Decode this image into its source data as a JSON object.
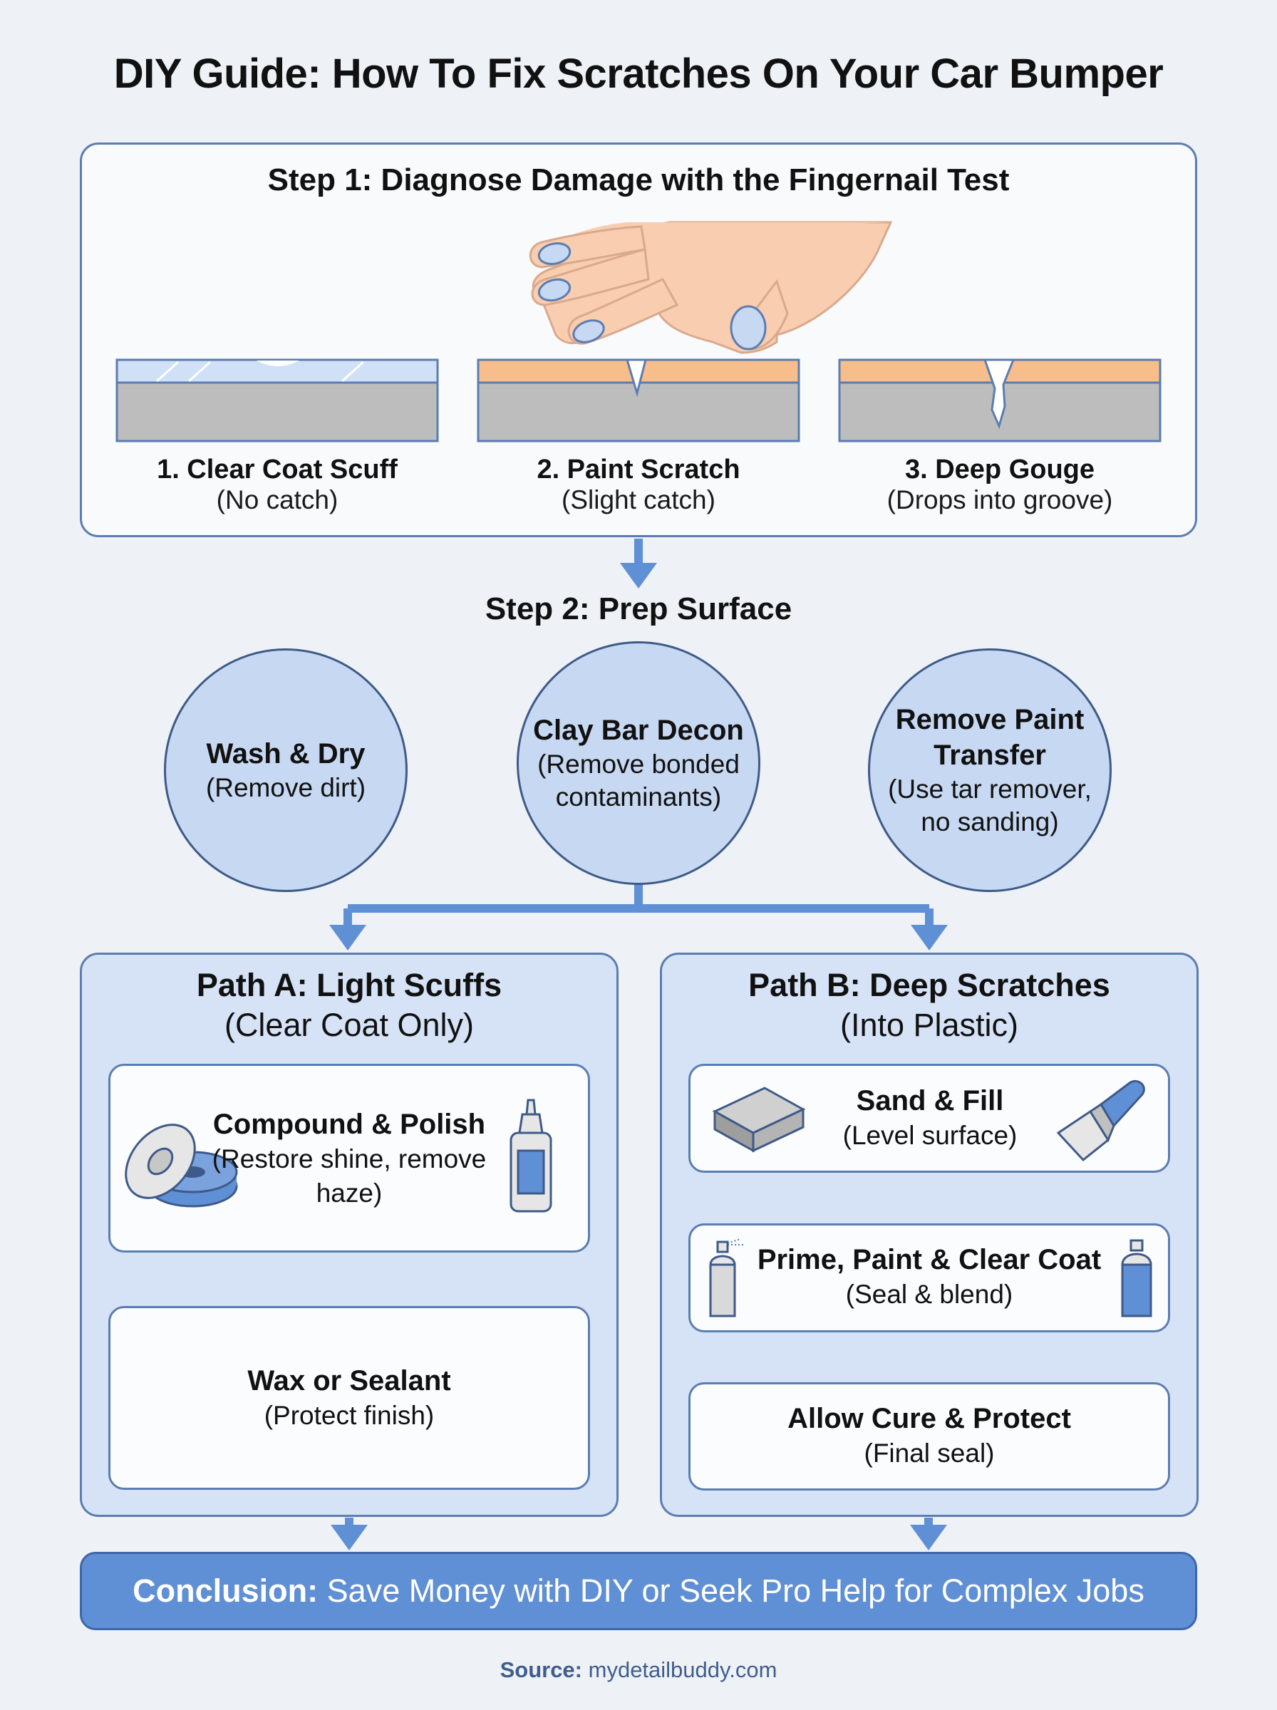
{
  "title": "DIY Guide: How To Fix Scratches On Your Car Bumper",
  "step1": {
    "title": "Step 1: Diagnose Damage with the Fingernail Test",
    "levels": [
      {
        "label": "1. Clear Coat Scuff",
        "note": "(No catch)"
      },
      {
        "label": "2. Paint Scratch",
        "note": "(Slight catch)"
      },
      {
        "label": "3. Deep Gouge",
        "note": "(Drops into groove)"
      }
    ]
  },
  "step2": {
    "title": "Step 2: Prep Surface",
    "items": [
      {
        "title": "Wash & Dry",
        "note": "(Remove dirt)"
      },
      {
        "title": "Clay Bar Decon",
        "note": "(Remove bonded contaminants)"
      },
      {
        "title": "Remove Paint Transfer",
        "note": "(Use tar remover, no sanding)"
      }
    ]
  },
  "path_a": {
    "title": "Path A: Light Scuffs",
    "subtitle": "(Clear Coat Only)",
    "steps": [
      {
        "title": "Compound & Polish",
        "note": "(Restore shine, remove haze)"
      },
      {
        "title": "Wax or Sealant",
        "note": "(Protect finish)"
      }
    ]
  },
  "path_b": {
    "title": "Path B: Deep Scratches",
    "subtitle": "(Into Plastic)",
    "steps": [
      {
        "title": "Sand & Fill",
        "note": "(Level surface)"
      },
      {
        "title": "Prime, Paint & Clear Coat",
        "note": "(Seal & blend)"
      },
      {
        "title": "Allow Cure & Protect",
        "note": "(Final seal)"
      }
    ]
  },
  "conclusion": {
    "label": "Conclusion:",
    "text": "Save Money with DIY or Seek Pro Help for Complex Jobs"
  },
  "source": {
    "label": "Source:",
    "text": "mydetailbuddy.com"
  },
  "colors": {
    "accent": "#5f8fd4",
    "border": "#5b7db0",
    "clear_coat": "#cfe0f7",
    "paint": "#f7bd8a",
    "base": "#bdbdbd"
  }
}
